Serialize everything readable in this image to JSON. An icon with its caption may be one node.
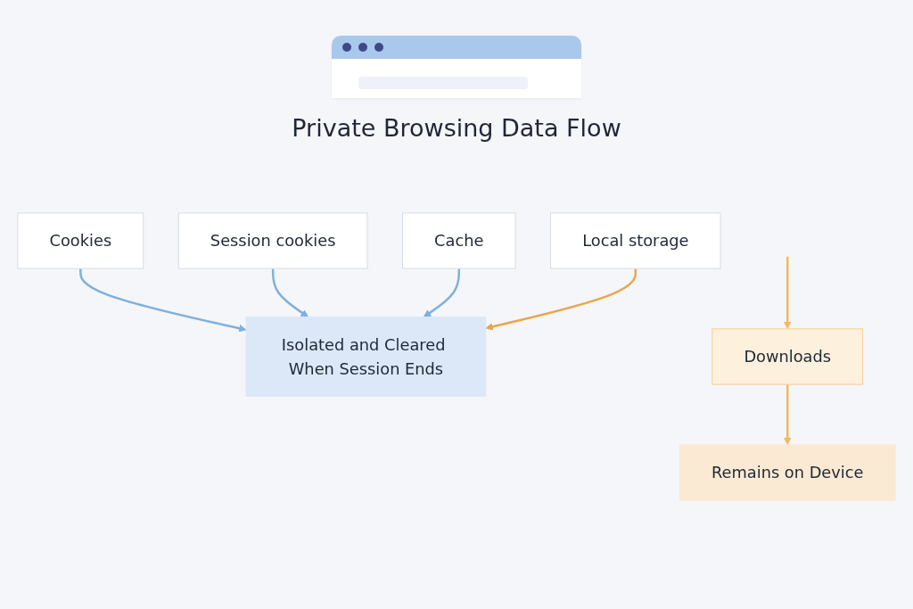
{
  "diagram": {
    "title": "Private Browsing Data Flow",
    "nodes": [
      {
        "text": [
          "Cookies"
        ]
      },
      {
        "text": [
          "Session cookies"
        ]
      },
      {
        "text": [
          "Cache"
        ]
      },
      {
        "text": [
          "Local storage"
        ]
      },
      {
        "text": [
          "Isolated and Cleared When Session Ends"
        ]
      },
      {
        "text": [
          "Downloads"
        ]
      },
      {
        "text": [
          "Remains on Device"
        ]
      }
    ],
    "edges": [
      {
        "from": 0,
        "to": 4,
        "arrow": "to"
      },
      {
        "from": 1,
        "to": 4,
        "arrow": "to"
      },
      {
        "from": 2,
        "to": 4,
        "arrow": "to"
      },
      {
        "from": 3,
        "to": 4,
        "arrow": "to",
        "color": "#e8a64f"
      },
      {
        "from": null,
        "to": 5,
        "arrow": "to",
        "color": "#f0b860"
      },
      {
        "from": 5,
        "to": 6,
        "arrow": "to",
        "color": "#f0b860"
      }
    ]
  }
}
